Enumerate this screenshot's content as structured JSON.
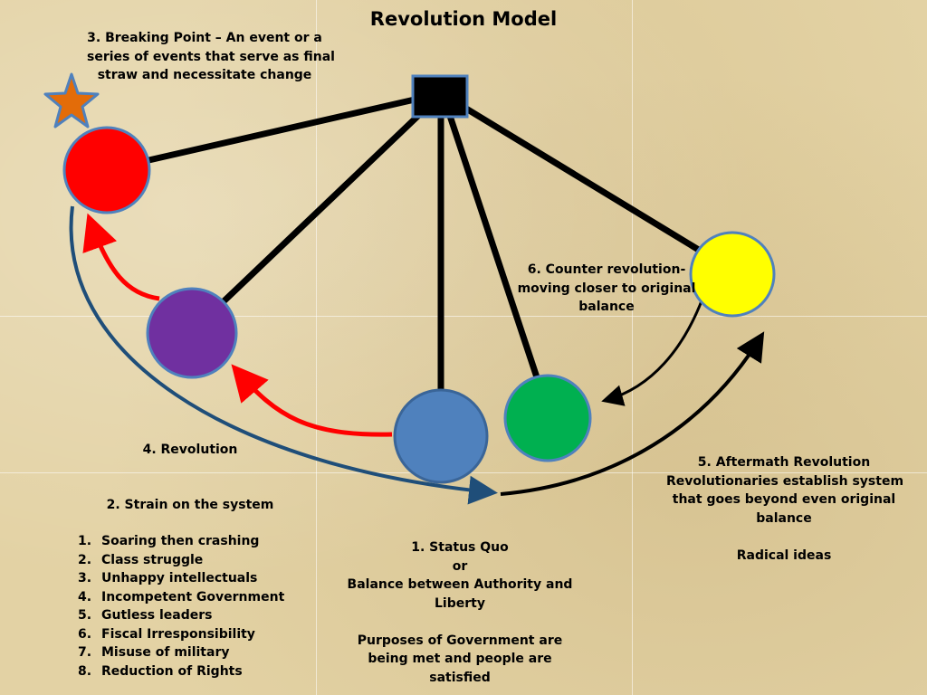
{
  "title": "Revolution Model",
  "labels": {
    "breaking_point": [
      "3. Breaking Point – An event or a",
      "series of events that serve as final",
      "straw and necessitate change"
    ],
    "counter_revolution": [
      "6.  Counter revolution-",
      "moving closer to original",
      "balance"
    ],
    "revolution": "4. Revolution",
    "aftermath": [
      "5. Aftermath Revolution",
      "Revolutionaries establish system",
      "that goes beyond even original",
      "balance",
      "",
      "Radical ideas"
    ],
    "strain_title": "2. Strain on the system",
    "status_quo": [
      "1. Status Quo",
      "or",
      "Balance between Authority and",
      "Liberty",
      "",
      "Purposes of Government are",
      "being met and people are",
      "satisfied"
    ]
  },
  "strain_items": [
    {
      "num": "1.",
      "text": "Soaring then crashing"
    },
    {
      "num": "2.",
      "text": "Class struggle"
    },
    {
      "num": "3.",
      "text": "Unhappy intellectuals"
    },
    {
      "num": "4.",
      "text": "Incompetent Government"
    },
    {
      "num": "5.",
      "text": "Gutless leaders"
    },
    {
      "num": "6.",
      "text": "Fiscal Irresponsibility"
    },
    {
      "num": "7.",
      "text": "Misuse of military"
    },
    {
      "num": "8.",
      "text": "Reduction of Rights"
    }
  ],
  "nodes": {
    "status_quo_color": "#4f81bd",
    "strain_color": "#7030a0",
    "breaking_point_color": "#ff0000",
    "star_color": "#e36c09",
    "counter_revolution_color": "#00b050",
    "aftermath_color": "#ffff00",
    "hub_color": "#000000"
  },
  "arrow_colors": {
    "red": "#ff0000",
    "blue": "#1f4e79",
    "black": "#000000"
  }
}
